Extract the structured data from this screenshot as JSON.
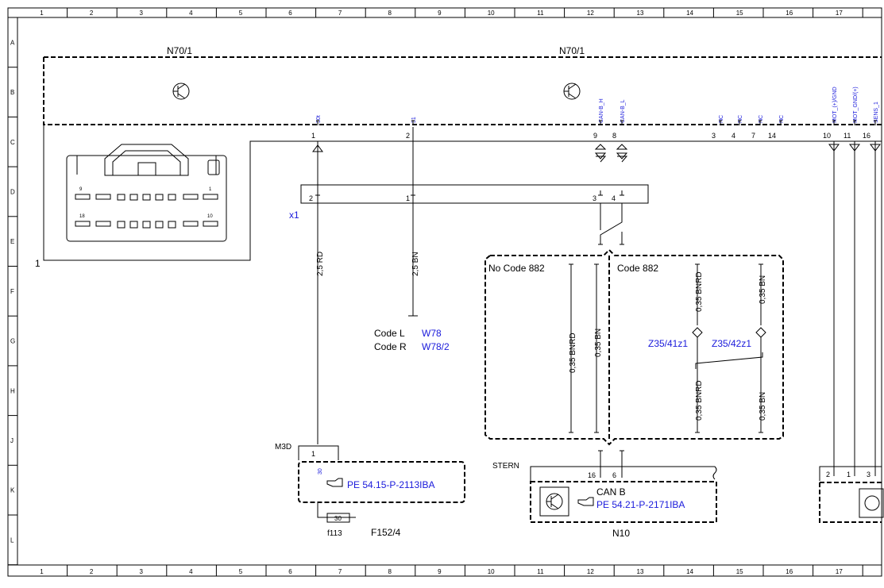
{
  "grid": {
    "columns": [
      "1",
      "2",
      "3",
      "4",
      "5",
      "6",
      "7",
      "8",
      "9",
      "10",
      "11",
      "12",
      "13",
      "14",
      "15",
      "16",
      "17"
    ],
    "rows": [
      "A",
      "B",
      "C",
      "D",
      "E",
      "F",
      "G",
      "H",
      "J",
      "K",
      "L"
    ]
  },
  "components": {
    "n70_left_label": "N70/1",
    "n70_right_label": "N70/1",
    "connector_view_pin": "1",
    "connector_pins": {
      "p9": "9",
      "p1": "1",
      "p18": "18",
      "p10": "10"
    },
    "x1_label": "x1",
    "m3d_label": "M3D",
    "stern_label": "STERN",
    "n10_label": "N10",
    "can_b_label": "CAN B",
    "f113_label": "f113",
    "f152_label": "F152/4",
    "fuse_value": "30"
  },
  "signals": {
    "s30t": "30t",
    "s31": "31",
    "can_h": "CAN-B_H",
    "can_l": "CAN-B_L",
    "nc": "NC",
    "mot_gnd": "MOT_(+)/GND",
    "mot_gnd2": "MOT_GND/(+)",
    "sens": "SENS_1",
    "m3d_30": "30"
  },
  "pins_top": {
    "p1": "1",
    "p2": "2",
    "p9": "9",
    "p8": "8",
    "p3": "3",
    "p4": "4",
    "p7": "7",
    "p14": "14",
    "p10": "10",
    "p11": "11",
    "p16": "16"
  },
  "pins_x1": {
    "a": "2",
    "b": "1",
    "c": "3",
    "d": "4"
  },
  "pins_m3d": "1",
  "pins_n10": {
    "a": "16",
    "b": "6"
  },
  "pins_right": {
    "a": "2",
    "b": "1",
    "c": "3"
  },
  "wires": {
    "w1": "2,5 RD",
    "w2": "2,5 BN",
    "w3": "0,35 BNRD",
    "w4": "0,35 BN",
    "w5": "0,35 BNRD",
    "w6": "0,35 BN",
    "w7": "0,35 BNRD",
    "w8": "0,35 BN"
  },
  "codes": {
    "code_l": "Code L",
    "code_r": "Code R",
    "w78": "W78",
    "w78_2": "W78/2",
    "no_code": "No  Code 882",
    "code": "Code 882",
    "z1": "Z35/41z1",
    "z2": "Z35/42z1"
  },
  "refs": {
    "pe1": "PE 54.15-P-2113IBA",
    "pe2": "PE 54.21-P-2171IBA"
  }
}
